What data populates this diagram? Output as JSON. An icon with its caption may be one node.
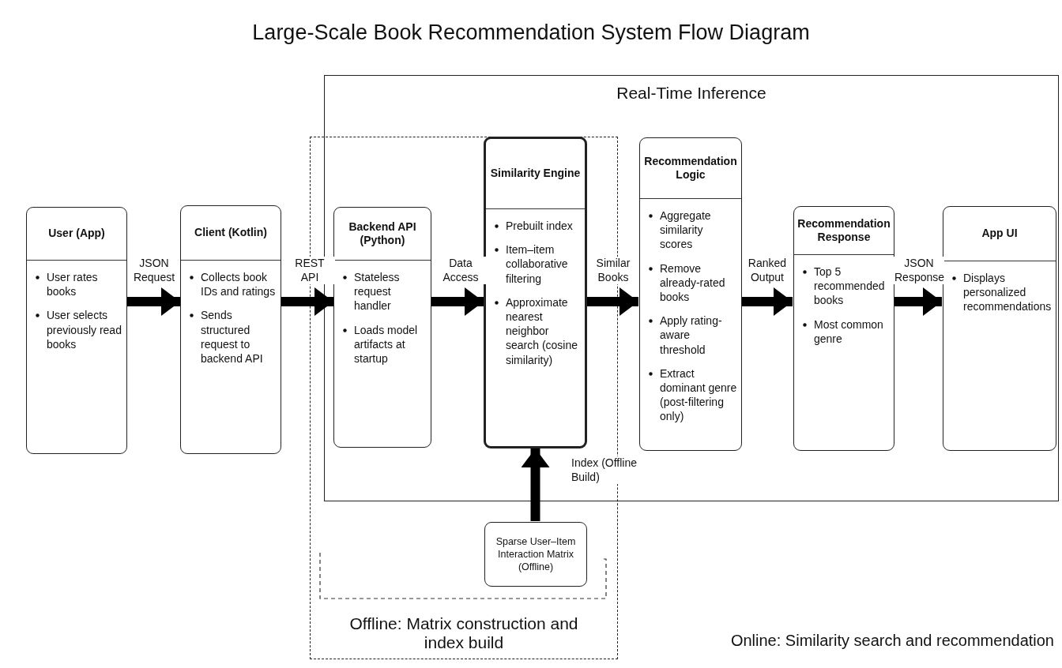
{
  "diagram": {
    "title": "Large-Scale Book Recommendation System Flow Diagram",
    "nodes": [
      {
        "text": [
          "Real-Time Inference"
        ]
      },
      {
        "text": [
          "Offline: Matrix construction and index build"
        ]
      },
      {
        "text": [
          "User (App)",
          "User rates books",
          "User selects previously read books"
        ]
      },
      {
        "text": [
          "Client (Kotlin)",
          "Collects book IDs and ratings",
          "Sends structured request to backend API"
        ]
      },
      {
        "text": [
          "Backend API (Python)",
          "Stateless request handler",
          "Loads model artifacts at startup"
        ]
      },
      {
        "text": [
          "Similarity Engine",
          "Prebuilt index",
          "Item–item collaborative filtering",
          "Approximate nearest neighbor search (cosine similarity)"
        ]
      },
      {
        "text": [
          "Recommendation Logic",
          "Aggregate similarity scores",
          "Remove already-rated books",
          "Apply rating-aware threshold",
          "Extract dominant genre (post-filtering only)"
        ],
        "in": 0
      },
      {
        "text": [
          "Recommendation Response",
          "Top 5 recommended books",
          "Most common genre"
        ],
        "in": 0
      },
      {
        "text": [
          "App UI",
          "Displays personalized recommendations"
        ],
        "in": 0
      },
      {
        "text": [
          "Sparse User–Item Interaction Matrix (Offline)"
        ],
        "in": 1
      }
    ],
    "edges": [
      {
        "from": 2,
        "to": 3,
        "arrow": "to",
        "label": "JSON Request"
      },
      {
        "from": 3,
        "to": 4,
        "arrow": "to",
        "label": "REST API"
      },
      {
        "from": 4,
        "to": 5,
        "arrow": "to",
        "label": "Data Access"
      },
      {
        "from": 5,
        "to": 6,
        "arrow": "to",
        "label": "Similar Books"
      },
      {
        "from": 6,
        "to": 7,
        "arrow": "to",
        "label": "Ranked Output"
      },
      {
        "from": 7,
        "to": 8,
        "arrow": "to",
        "label": "JSON Response"
      },
      {
        "from": 9,
        "to": 5,
        "arrow": "to",
        "label": "Index (Offline Build)"
      }
    ],
    "labels": [
      "Online: Similarity search and recommendation"
    ]
  }
}
